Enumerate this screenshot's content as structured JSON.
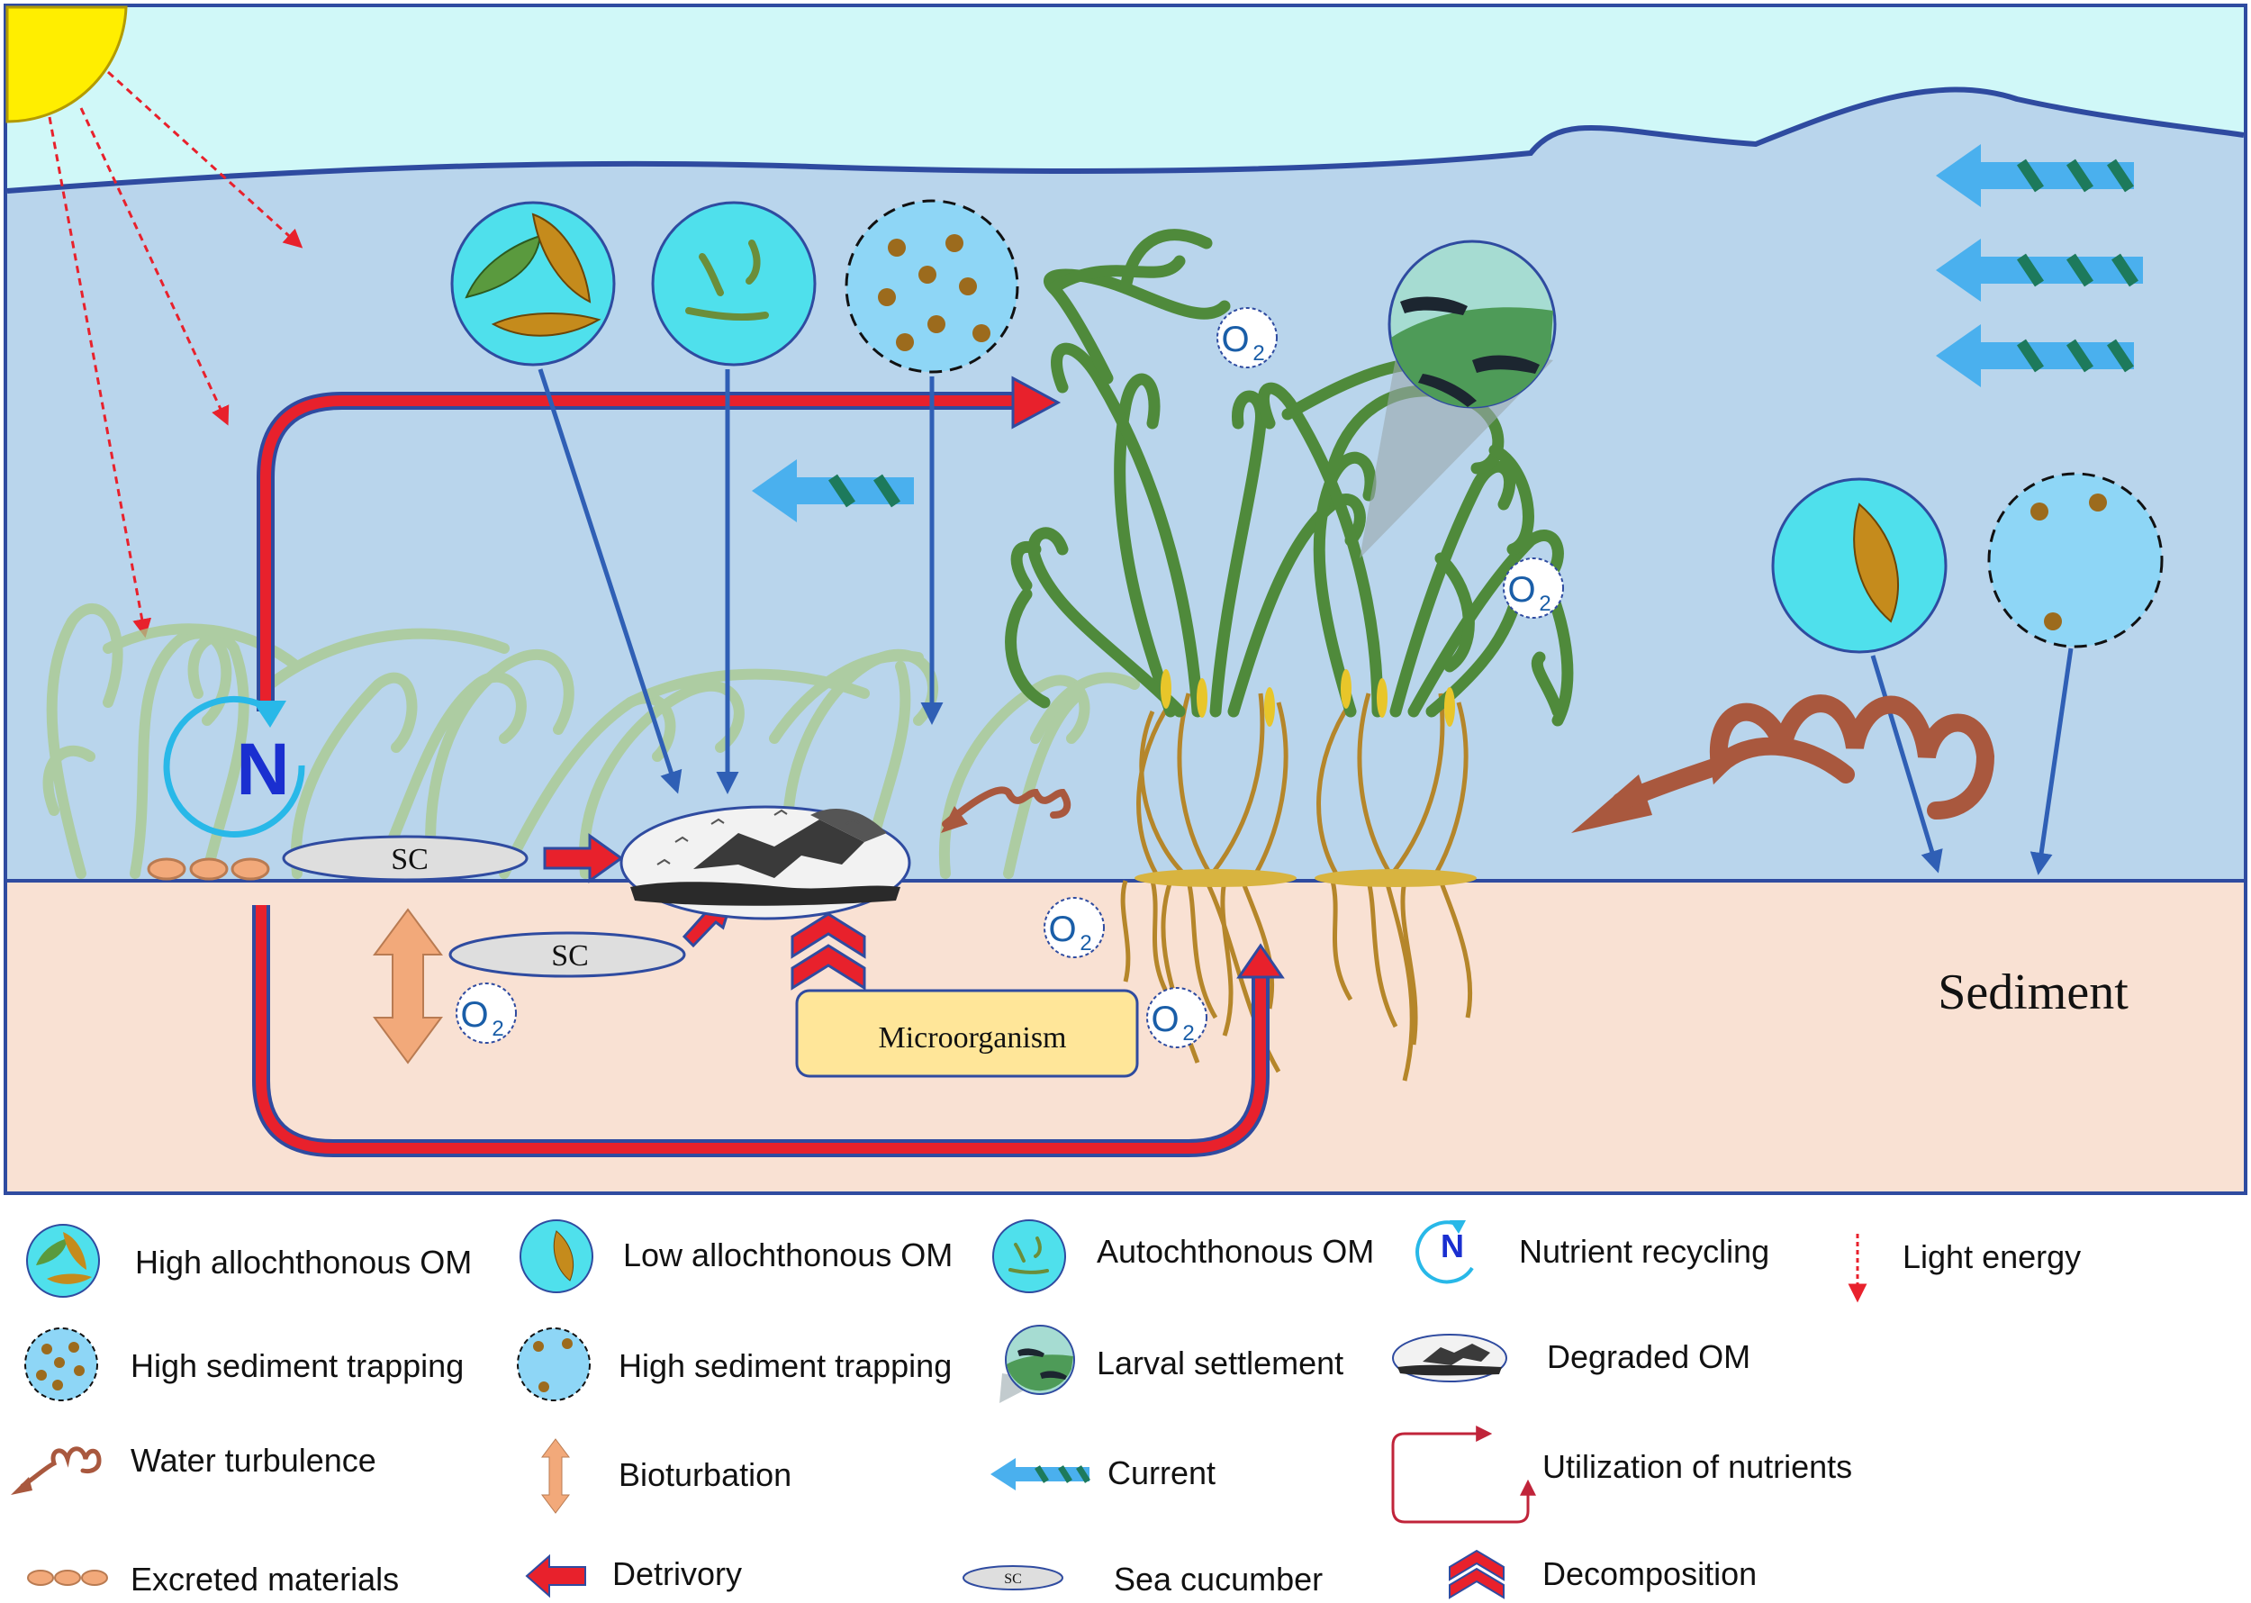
{
  "labels": {
    "sediment": "Sediment",
    "microorganism": "Microorganism",
    "sc": "SC",
    "o2_main": "O",
    "o2_sub": "2",
    "nutrient_symbol": "N"
  },
  "legend": {
    "high_allochthonous_om": "High allochthonous OM",
    "low_allochthonous_om": "Low allochthonous OM",
    "autochthonous_om": "Autochthonous OM",
    "nutrient_recycling": "Nutrient recycling",
    "light_energy": "Light energy",
    "high_sediment_trapping_1": "High sediment trapping",
    "high_sediment_trapping_2": "High sediment trapping",
    "larval_settlement": "Larval settlement",
    "degraded_om": "Degraded OM",
    "water_turbulence": "Water turbulence",
    "bioturbation": "Bioturbation",
    "current": "Current",
    "utilization_of_nutrients": "Utilization of nutrients",
    "excreted_materials": "Excreted materials",
    "detrivory": "Detrivory",
    "sea_cucumber": "Sea cucumber",
    "sea_cucumber_icon_text": "SC",
    "decomposition": "Decomposition"
  },
  "colors": {
    "sky": "#d0f8f8",
    "water": "#b9d5ec",
    "sediment": "#f9e1d3",
    "frame": "#2f4ba0",
    "red_arrow": "#e8212c",
    "blue_arrow": "#2f5fb5",
    "om_circle": "#4fe0ec",
    "trap_circle": "#8ed6f6",
    "particle": "#9c6b1d",
    "microorganism_box": "#ffe699",
    "sc_ellipse": "#dedede",
    "bioturbation": "#f2a97a",
    "turbulence": "#a9583e",
    "current_blue": "#4ab0ee",
    "current_stripe": "#1d7a5c",
    "sun": "#ffee00",
    "seagrass": "#4f8a3b"
  }
}
